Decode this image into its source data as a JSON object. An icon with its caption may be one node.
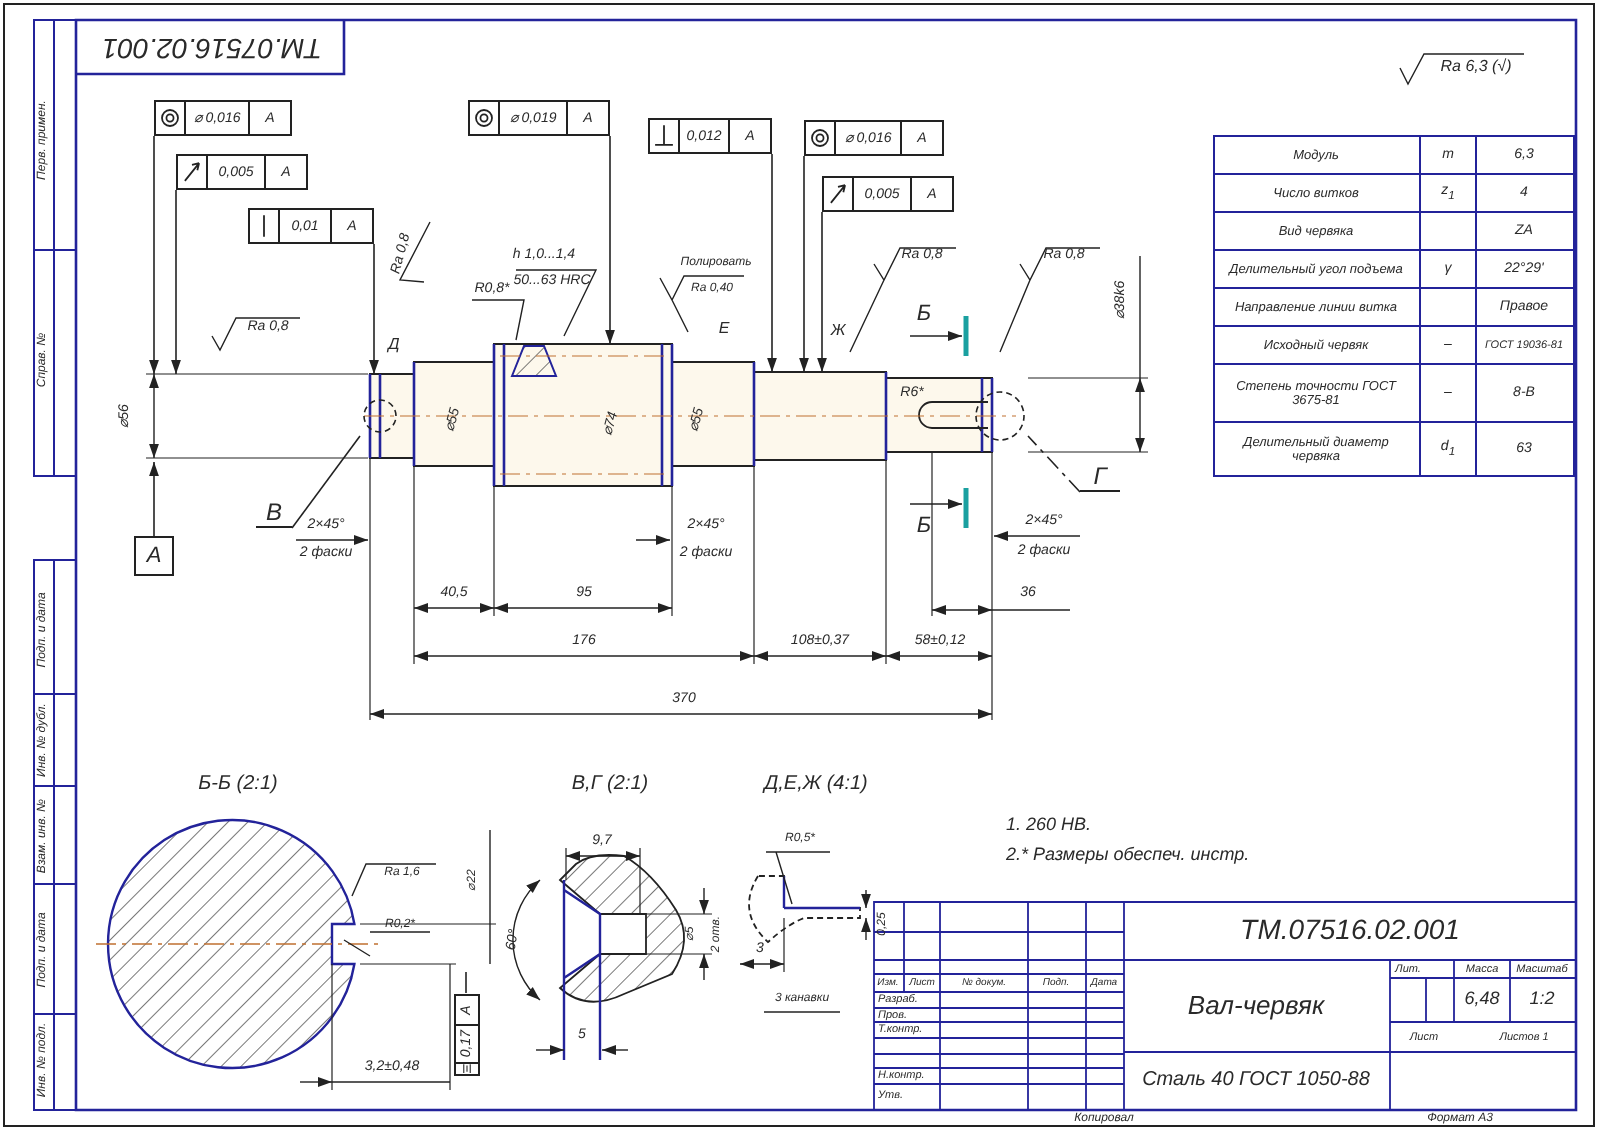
{
  "diagram": {
    "nodes": [
      {
        "text": [
          "⌀ 0,016",
          "A"
        ]
      },
      {
        "text": [
          "0,005",
          "A"
        ]
      },
      {
        "text": [
          "0,01",
          "A"
        ]
      },
      {
        "text": [
          "⌀ 0,019",
          "A"
        ]
      },
      {
        "text": [
          "0,012",
          "A"
        ]
      },
      {
        "text": [
          "⌀ 0,016",
          "A"
        ]
      },
      {
        "text": [
          "0,005",
          "A"
        ]
      },
      {
        "text": [],
        "shape": "picture"
      },
      {
        "text": [
          "В"
        ]
      },
      {
        "text": [
          "Г"
        ]
      },
      {
        "text": [
          "A"
        ]
      },
      {
        "text": [
          "0,17",
          "A"
        ]
      }
    ],
    "edges": [
      {
        "from": 0,
        "to": null,
        "arrow": "to"
      },
      {
        "from": 1,
        "to": null,
        "arrow": "to"
      },
      {
        "from": 2,
        "to": 7,
        "arrow": "to"
      },
      {
        "from": 3,
        "to": 7,
        "arrow": "to"
      },
      {
        "from": 4,
        "to": 7,
        "arrow": "to"
      },
      {
        "from": 5,
        "to": 7,
        "arrow": "to"
      },
      {
        "from": 6,
        "to": 7,
        "arrow": "to"
      },
      {
        "from": 8,
        "to": 7,
        "arrow": "none"
      },
      {
        "from": 9,
        "to": 7,
        "arrow": "none",
        "style": "dashed"
      },
      {
        "from": 10,
        "to": null,
        "arrow": "to"
      },
      {
        "from": 11,
        "to": null,
        "arrow": "none"
      }
    ],
    "labels": [
      "ТМ.07516.02.001",
      "Перв. примен.",
      "Справ. №",
      "Подп. и дата",
      "Инв. № дубл.",
      "Взам. инв. №",
      "Подп. и дата",
      "Инв. № подл.",
      "Ra 6,3 (√)",
      "h 1,0...1,4",
      "50...63 HRC",
      "R0,8*",
      "Ra 0,8",
      "Полировать",
      "Ra 0,40",
      "Ra 0,8",
      "Ra 0,8",
      "Ra 0,8",
      "Д",
      "Е",
      "Ж",
      "R6*",
      "Б",
      "Б",
      "⌀56",
      "⌀55",
      "⌀74",
      "⌀55",
      "⌀38k6",
      "2×45°",
      "2 фаски",
      "2×45°",
      "2 фаски",
      "2×45°",
      "2 фаски",
      "40,5",
      "95",
      "36",
      "176",
      "108±0,37",
      "58±0,12",
      "370",
      "Б-Б (2:1)",
      "В,Г (2:1)",
      "Д,Е,Ж (4:1)",
      "1. 260 НВ.",
      "2.* Размеры обеспеч. инстр.",
      "Ra 1,6",
      "⌀22",
      "R0,2*",
      "3,2±0,48",
      "9,7",
      "⌀5",
      "2 отв.",
      "60°",
      "5",
      "R0,5*",
      "3",
      "3 канавки",
      "0,25",
      "Модуль",
      "m",
      "6,3",
      "Число витков",
      "z$_{1}$",
      "4",
      "Вид червяка",
      "ZA",
      "Делительный угол подъема",
      "γ",
      "22°29'",
      "Направление линии витка",
      "Правое",
      "Исходный червяк",
      "–",
      "ГОСТ 19036-81",
      "Степень точности ГОСТ 3675-81",
      "–",
      "8-В",
      "Делительный диаметр червяка",
      "d$_{1}$",
      "63",
      "ТМ.07516.02.001",
      "Изм.",
      "Лист",
      "№ докум.",
      "Подп.",
      "Дата",
      "Разраб.",
      "Пров.",
      "Т.контр.",
      "Н.контр.",
      "Утв.",
      "Вал-червяк",
      "Лит.",
      "Масса",
      "Масштаб",
      "6,48",
      "1:2",
      "Лист",
      "Листов 1",
      "Сталь 40 ГОСТ 1050-88",
      "Копировал",
      "Формат А3"
    ]
  }
}
